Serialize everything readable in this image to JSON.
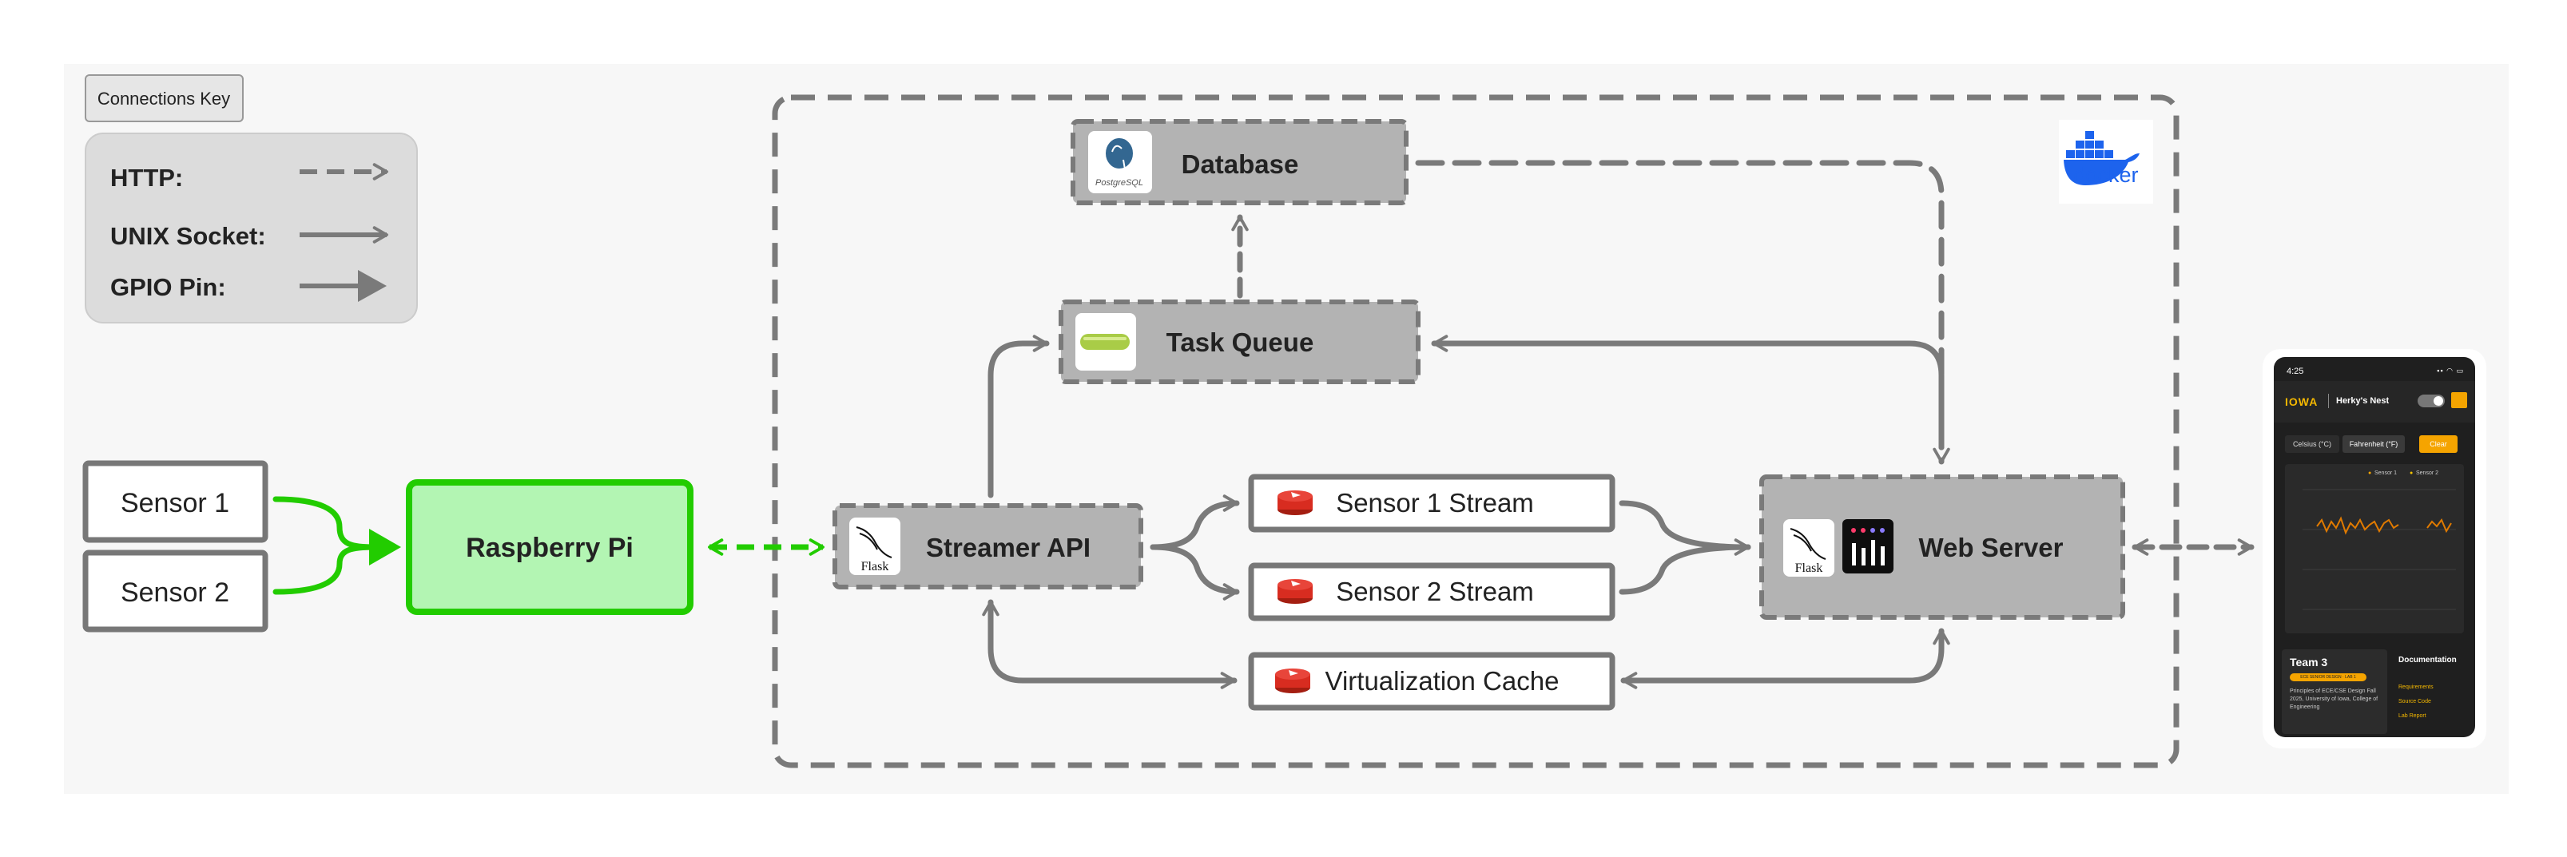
{
  "key": {
    "button_label": "Connections Key",
    "items": [
      {
        "label": "HTTP:",
        "style": "dashed-open-arrow"
      },
      {
        "label": "UNIX Socket:",
        "style": "solid-open-arrow"
      },
      {
        "label": "GPIO Pin:",
        "style": "solid-filled-arrow"
      }
    ]
  },
  "nodes": {
    "sensor1": "Sensor 1",
    "sensor2": "Sensor 2",
    "raspberry_pi": "Raspberry Pi",
    "streamer_api": "Streamer API",
    "task_queue": "Task Queue",
    "database": "Database",
    "sensor1_stream": "Sensor 1 Stream",
    "sensor2_stream": "Sensor 2 Stream",
    "virtualization_cache": "Virtualization Cache",
    "web_server": "Web Server"
  },
  "logos": {
    "flask": "Flask",
    "postgres": "PostgreSQL",
    "docker": "docker"
  },
  "colors": {
    "gpio_green": "#22cc00",
    "pi_fill": "#b3f5b3",
    "node_fill": "#b3b3b3",
    "connector_gray": "#7a7a7a",
    "redis_red": "#d82c20",
    "docker_blue": "#1d63ed",
    "accent_orange": "#f5a400"
  },
  "phone": {
    "time": "4:25",
    "brand": "IOWA",
    "app_title": "Herky's Nest",
    "unit_celsius": "Celsius (°C)",
    "unit_fahrenheit": "Fahrenheit (°F)",
    "clear_label": "Clear",
    "legend_1": "Sensor 1",
    "legend_2": "Sensor 2",
    "team_title": "Team 3",
    "team_badge": "ECE SENIOR DESIGN · LAB 1",
    "team_text": "Principles of ECE/CSE Design Fall 2025, University of Iowa, College of Engineering",
    "docs_title": "Documentation",
    "doc_links": [
      "Requirements",
      "Source Code",
      "Lab Report"
    ]
  }
}
